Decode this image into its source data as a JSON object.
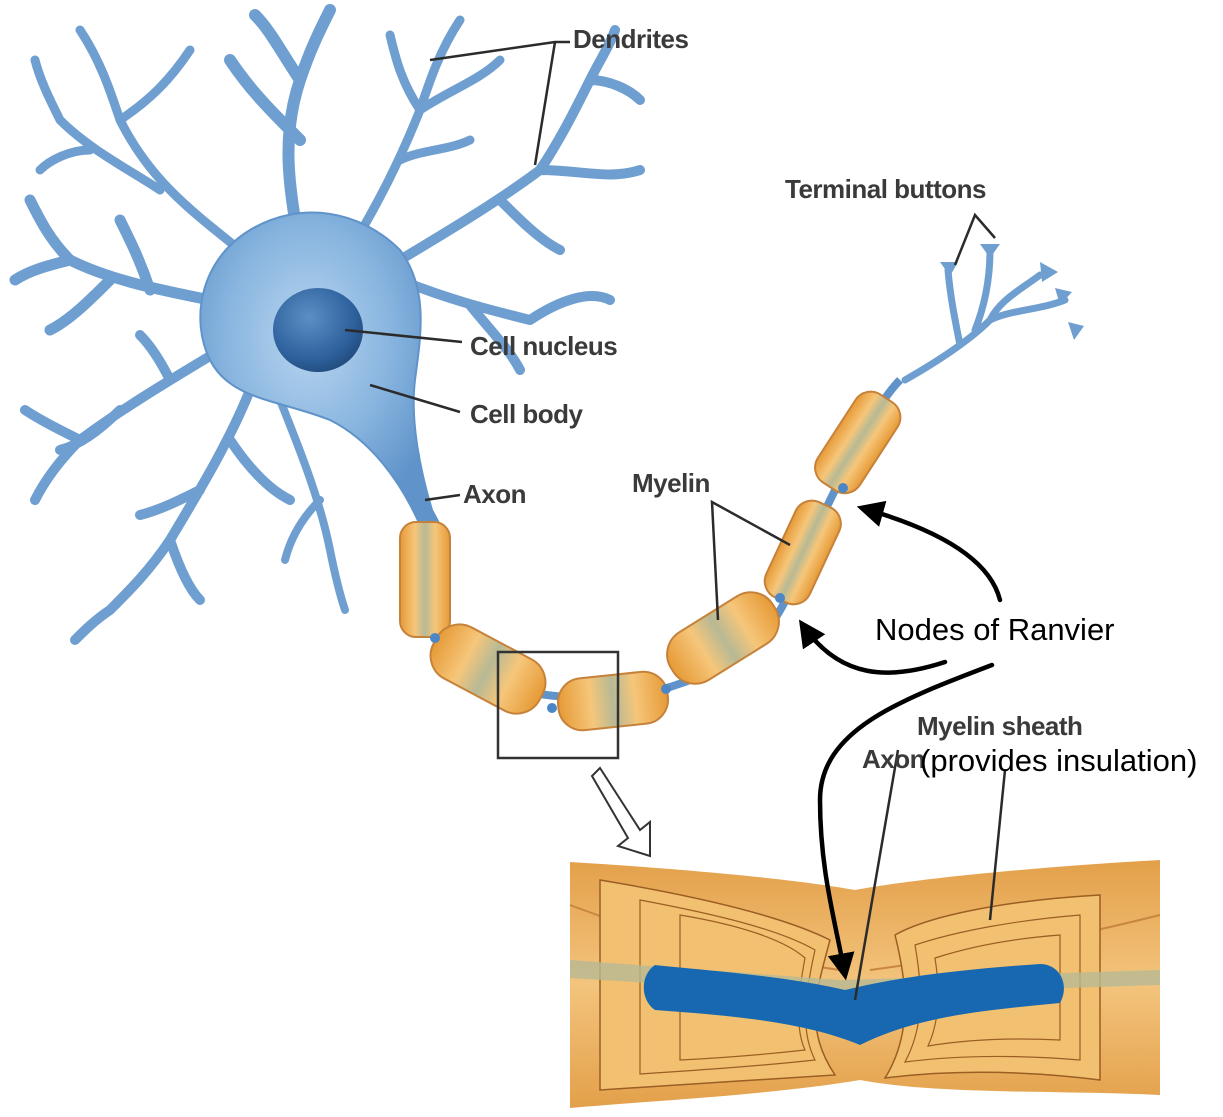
{
  "labels": {
    "dendrites": "Dendrites",
    "terminal_buttons": "Terminal buttons",
    "cell_nucleus": "Cell nucleus",
    "cell_body": "Cell body",
    "axon": "Axon",
    "myelin": "Myelin",
    "nodes_of_ranvier": "Nodes of Ranvier",
    "myelin_sheath": "Myelin sheath",
    "provides_insulation": "(provides insulation)",
    "axon_inset": "Axon"
  },
  "colors": {
    "neuron_blue": "#6f9fd0",
    "nucleus_blue": "#2c5f9a",
    "myelin_orange": "#f0b45a",
    "myelin_core": "#b9ba94",
    "axon_inset_blue": "#1768b0"
  }
}
